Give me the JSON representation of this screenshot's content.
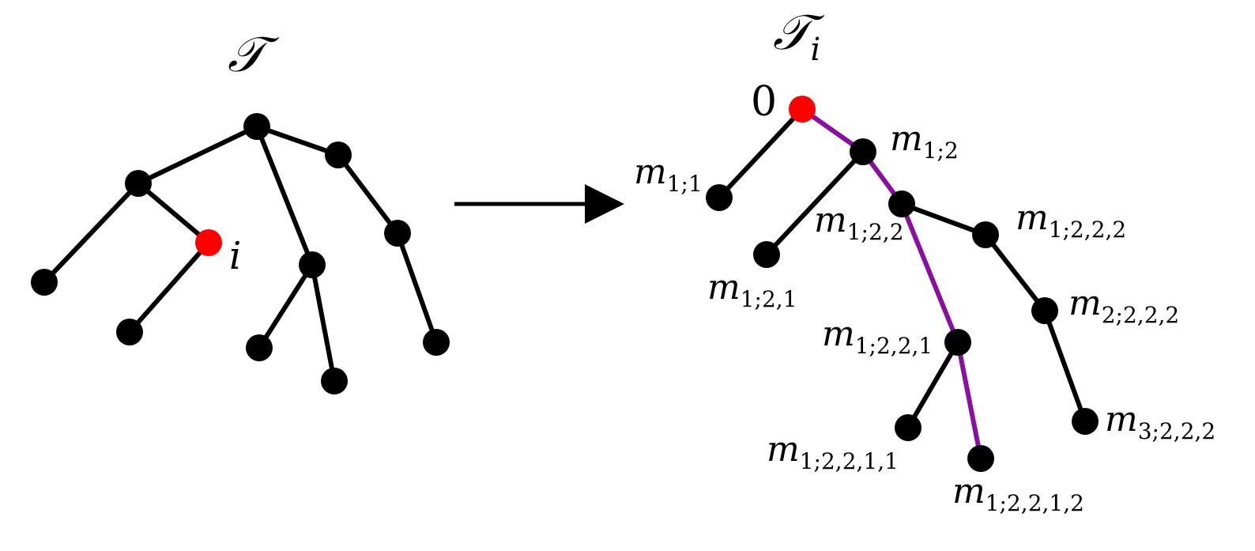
{
  "left_tree": {
    "title": "𝒯",
    "highlight_label": "i"
  },
  "right_tree": {
    "title": "𝒯",
    "title_subscript": "i",
    "root_label": "0",
    "labels": {
      "m11": {
        "main": "m",
        "sub": "1;1"
      },
      "m12": {
        "main": "m",
        "sub": "1;2"
      },
      "m121": {
        "main": "m",
        "sub": "1;2,1"
      },
      "m122": {
        "main": "m",
        "sub": "1;2,2"
      },
      "m1222": {
        "main": "m",
        "sub": "1;2,2,2"
      },
      "m2222": {
        "main": "m",
        "sub": "2;2,2,2"
      },
      "m3222": {
        "main": "m",
        "sub": "3;2,2,2"
      },
      "m1221": {
        "main": "m",
        "sub": "1;2,2,1"
      },
      "m12211": {
        "main": "m",
        "sub": "1;2,2,1,1"
      },
      "m12212": {
        "main": "m",
        "sub": "1;2,2,1,2"
      }
    }
  },
  "colors": {
    "highlight_node": "#ff0000",
    "path_edge": "#8a0ea0",
    "node": "#000000",
    "edge": "#000000"
  }
}
